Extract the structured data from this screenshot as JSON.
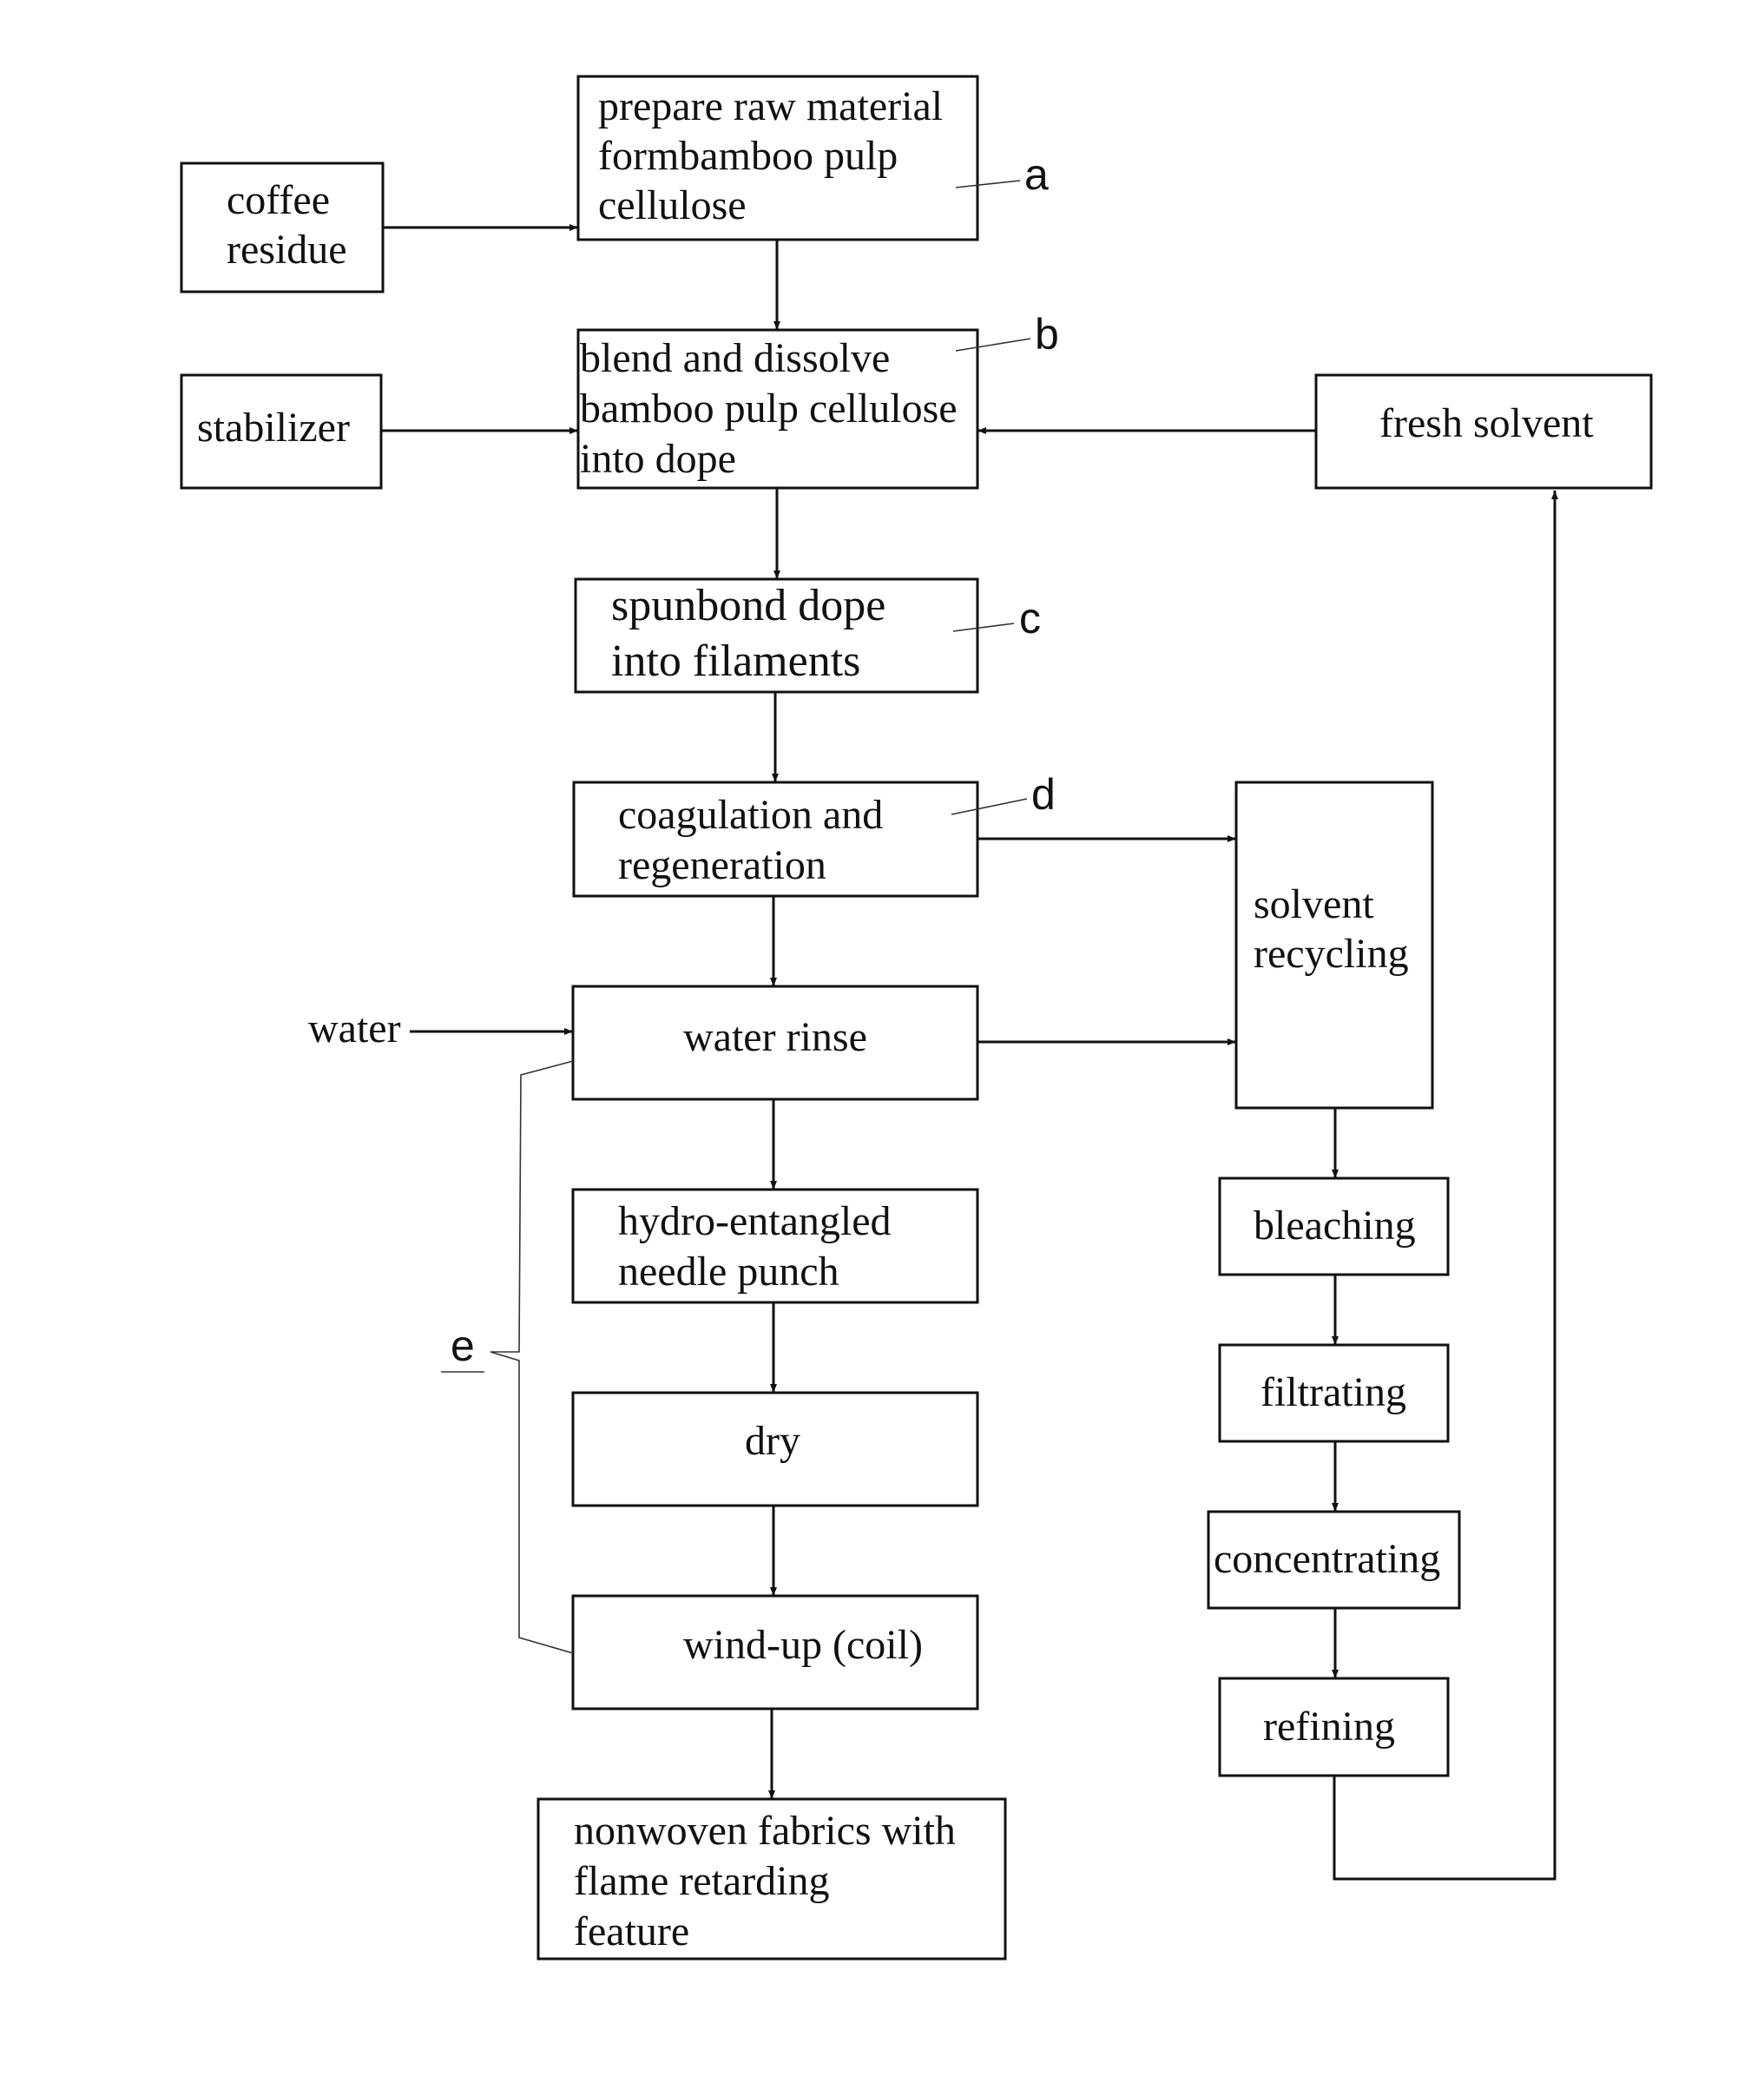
{
  "nodes": {
    "raw_material": [
      "prepare raw material",
      "formbamboo pulp",
      "cellulose"
    ],
    "coffee_residue": [
      "coffee",
      "residue"
    ],
    "blend_dissolve": [
      "blend and dissolve",
      "bamboo pulp cellulose",
      "into dope"
    ],
    "stabilizer": [
      "stabilizer"
    ],
    "fresh_solvent": [
      "fresh solvent"
    ],
    "spunbond": [
      "spunbond dope",
      "into filaments"
    ],
    "coagulation": [
      "coagulation and",
      "regeneration"
    ],
    "solvent_recycling": [
      "solvent",
      "recycling"
    ],
    "water_input": "water",
    "water_rinse": [
      "water rinse"
    ],
    "hydro": [
      "hydro-entangled",
      "needle punch"
    ],
    "dry": [
      "dry"
    ],
    "windup": [
      "wind-up (coil)"
    ],
    "nonwoven": [
      "nonwoven fabrics with",
      "flame retarding",
      "feature"
    ],
    "bleaching": [
      "bleaching"
    ],
    "filtrating": [
      "filtrating"
    ],
    "concentrating": [
      "concentrating"
    ],
    "refining": [
      "refining"
    ]
  },
  "markers": {
    "a": "a",
    "b": "b",
    "c": "c",
    "d": "d",
    "e": "e"
  }
}
